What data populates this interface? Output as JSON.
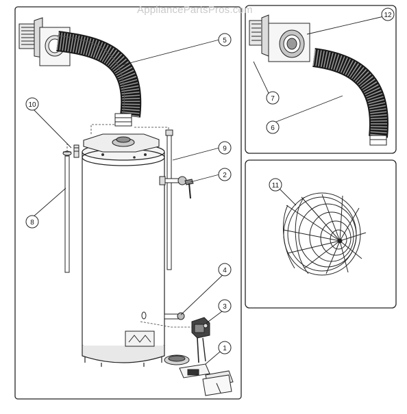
{
  "watermark": "AppliancePartsPros.com",
  "callouts": {
    "c1": "1",
    "c2": "2",
    "c3": "3",
    "c4": "4",
    "c5": "5",
    "c6": "6",
    "c7": "7",
    "c8": "8",
    "c9": "9",
    "c10": "10",
    "c11": "11",
    "c12": "12"
  },
  "panels": [
    "main-assembly",
    "vent-kit-detail",
    "vent-screen-detail"
  ]
}
